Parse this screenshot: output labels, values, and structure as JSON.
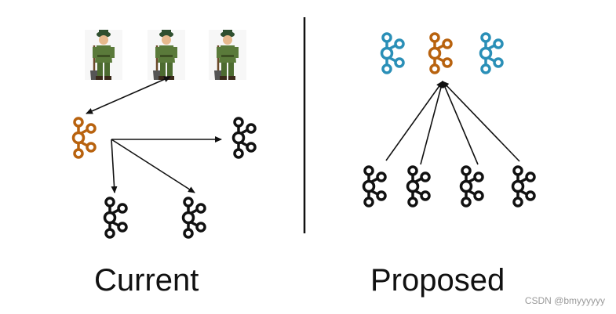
{
  "labels": {
    "current": "Current",
    "proposed": "Proposed"
  },
  "watermark": "CSDN @bmyyyyyy",
  "icons": {
    "node": "kafka-broker-icon",
    "worker": "worker-figure-icon"
  },
  "colors": {
    "controller": "#b8620e",
    "voter": "#2a8fb7",
    "broker": "#111111",
    "arrow": "#111111"
  }
}
